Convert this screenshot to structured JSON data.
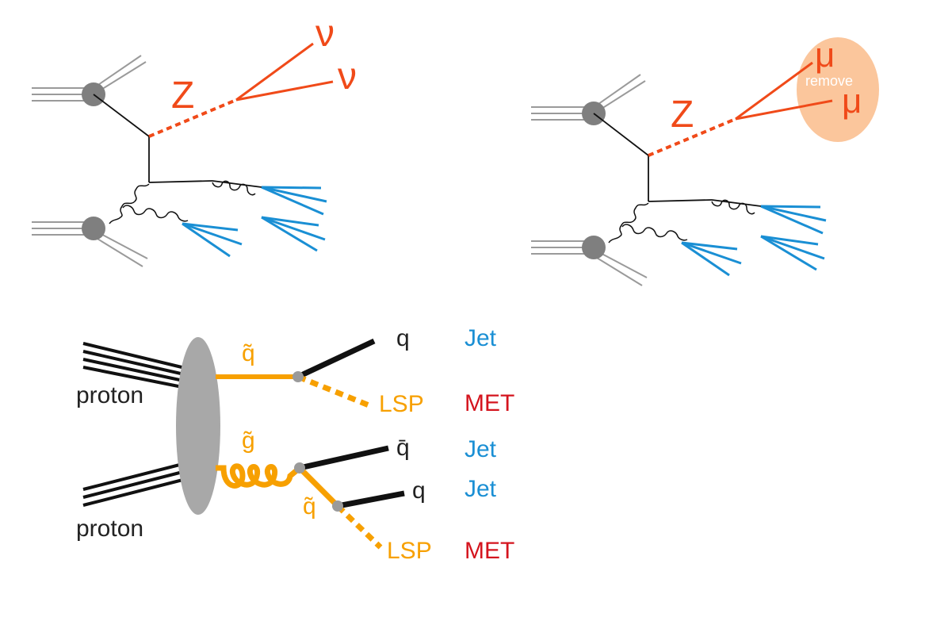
{
  "colors": {
    "boson": "#f04a19",
    "jet_ray": "#1a8fd4",
    "sparticle": "#f7a000",
    "met": "#d4141e",
    "blob": "#7f7f7f",
    "remove_ellipse": "#fbc69c"
  },
  "diagram_left": {
    "boson_label": "Z",
    "lepton1": "ν",
    "lepton2": "ν"
  },
  "diagram_right": {
    "boson_label": "Z",
    "lepton1": "μ",
    "lepton2": "μ",
    "remove_label": "remove"
  },
  "diagram_bottom": {
    "proton_top": "proton",
    "proton_bottom": "proton",
    "squark_top": "q̃",
    "gluino": "g̃",
    "squark_bottom": "q̃",
    "quark_top": "q",
    "antiquark": "q̄",
    "quark_bottom": "q",
    "lsp_top": "LSP",
    "lsp_bottom": "LSP",
    "jet1": "Jet",
    "jet2": "Jet",
    "jet3": "Jet",
    "met1": "MET",
    "met2": "MET"
  }
}
